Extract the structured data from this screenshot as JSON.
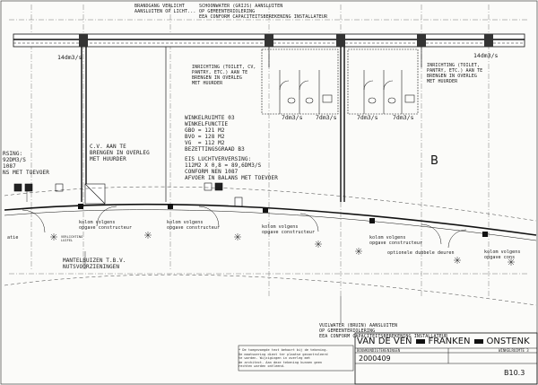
{
  "notes": {
    "top_left": "BRANDGANG VERLICHT\nAANSLUITEN OP LICHT...",
    "top_center": "SCHOONWATER (GRIJS) AANSLUITEN\nOP GEMEENTERIOLERING\nEEA CONFORM CAPACITEITSBEREKENING INSTALLATEUR",
    "inrichting_left": "INRICHTING (TOILET, CV,\nPANTRY, ETC.) AAN TE\nBRENGEN IN OVERLEG\nMET HUURDER",
    "inrichting_right": "INRICHTING (TOILET,\nPANTRY, ETC.) AAN TE\nBRENGEN IN OVERLEG\nMET HUURDER",
    "winkelruimte": "WINKELRUIMTE 03\nWINKELFUNCTIE\nGBO = 121 m2\nBVO = 128 m2\nVG  = 112 m2\nBEZETTINGSGRAAD B3",
    "luchtverversing": "EIS LUCHTVERVERSING:\n112m2 x 0,8 = 89,6dm3/s\nCONFORM NEN 1087\nAFVOER IN BALANS MET TOEVOER",
    "cv": "C.V. AAN TE\nBRENGEN IN OVERLEG\nMET HUURDER",
    "left_edge": "RSING:\n92dm3/s\n1087\nNS MET TOEVOER",
    "mantelbuizen": "MANTELBUIZEN T.B.V.\nNUTSVOORZIENINGEN",
    "vuilwater": "VUILWATER (BRUIN) AANSLUITEN\nOP GEMEENTERIOLERING\nEEA CONFORM CAPACITEITSBEREKENING INSTALLATEUR",
    "kolom_1": "kolom volgens\nopgave constructeur",
    "kolom_2": "kolom volgens\nopgave constructeur",
    "kolom_3": "kolom volgens\nopgave constructeur",
    "kolom_4": "kolom volgens\nopgave constructeur",
    "kolom_5": "kolom volgens\nopgave cons",
    "optionele_deuren": "optionele dubbele deuren",
    "verlichting_label": "VERLICHTING\nLUIFEL",
    "edge_left": "atie"
  },
  "flows": {
    "top_left": "14dm3/s",
    "top_right": "14dm3/s",
    "bottom_1": "7dm3/s",
    "bottom_2": "7dm3/s",
    "bottom_3": "7dm3/s",
    "bottom_4": "7dm3/s"
  },
  "section_marker": "B",
  "disclaimer": "* De toegevoegde text behoort bij de tekening.\nDe maatvoering dient ter plaatse gecontroleerd\nte worden. Wijzigingen in overleg met\nde architect. Aan deze tekening kunnen geen\nrechten worden ontleend.",
  "title_block": {
    "firm_part1": "VAN DE VEN",
    "firm_part2": "FRANKEN",
    "firm_part3": "ONSTENK",
    "subtitle_left": "BOUWKUNDIGTEKENINGEN",
    "subtitle_right": "WINKELRUIMTE 3",
    "project_number": "2000409",
    "drawing_code": "B10.3"
  }
}
